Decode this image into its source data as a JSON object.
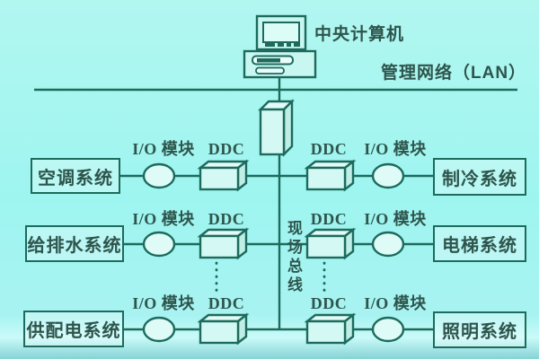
{
  "colors": {
    "background": "#a5f4ef",
    "line": "#1c6b5c",
    "text": "#2e554c"
  },
  "header": {
    "computer_label": "中央计算机",
    "lan_label": "管理网络（LAN）"
  },
  "bus": {
    "label": "现场总线"
  },
  "rows": [
    {
      "left_system": "空调系统",
      "io_module": "I/O 模块",
      "ddc": "DDC",
      "right_system": "制冷系统"
    },
    {
      "left_system": "给排水系统",
      "io_module": "I/O 模块",
      "ddc": "DDC",
      "right_system": "电梯系统"
    },
    {
      "left_system": "供配电系统",
      "io_module": "I/O 模块",
      "ddc": "DDC",
      "right_system": "照明系统"
    }
  ],
  "icons": {
    "computer": "desktop-computer-icon",
    "gateway": "network-gateway-cuboid",
    "io_module_shape": "ellipse",
    "ddc_shape": "cuboid"
  }
}
